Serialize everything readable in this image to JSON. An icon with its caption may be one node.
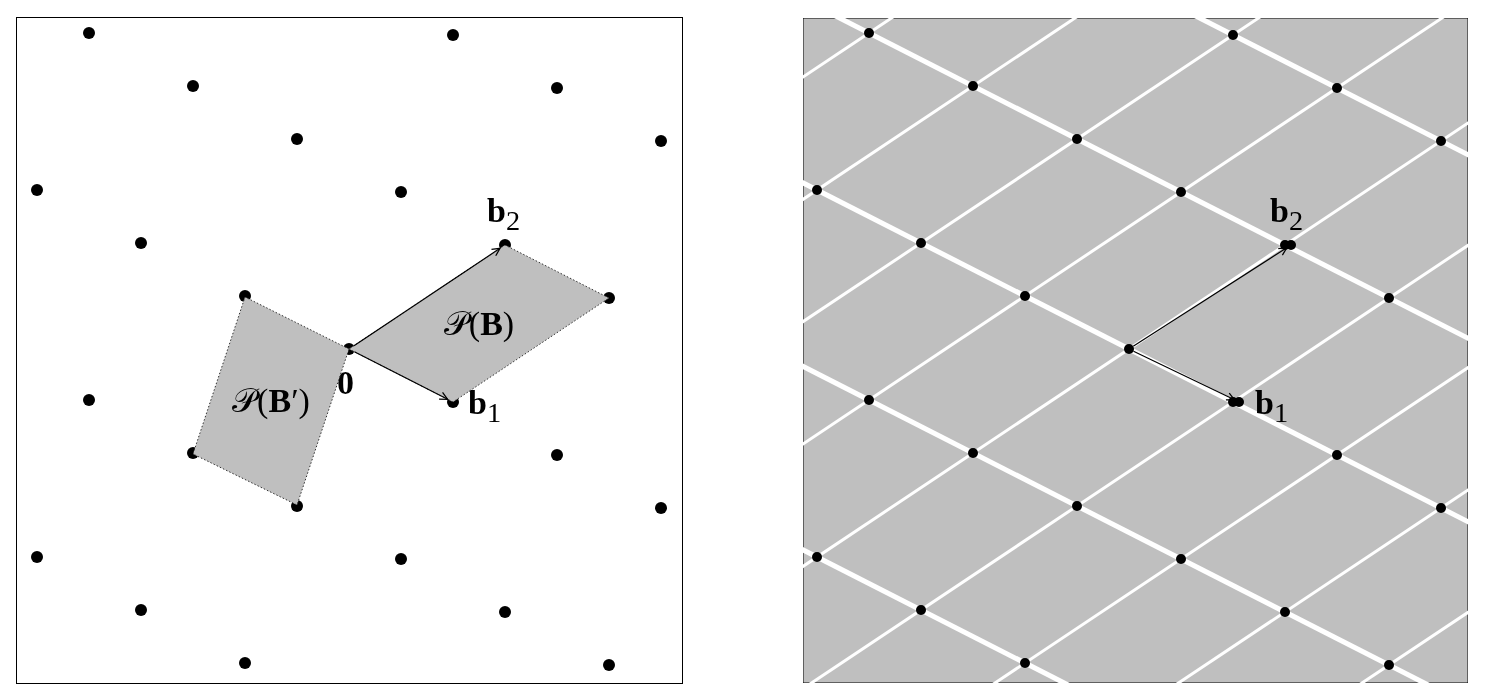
{
  "diagram": {
    "nodes": [
      {
        "text": [],
        "shape": "circle",
        "beside": [
          "0"
        ]
      },
      {
        "text": [],
        "shape": "circle",
        "beside": [
          "**b**$_{1}$"
        ]
      },
      {
        "text": [],
        "shape": "circle",
        "beside": [
          "**b**$_{2}$"
        ]
      },
      {
        "text": [
          "𝒫(**B**)"
        ]
      },
      {
        "text": [
          "𝒫(**B**′)"
        ]
      },
      {
        "text": [],
        "shape": "circle"
      },
      {
        "text": [],
        "shape": "circle",
        "beside": [
          "**b**$_{1}$"
        ]
      },
      {
        "text": [],
        "shape": "circle",
        "beside": [
          "**b**$_{2}$"
        ]
      }
    ],
    "edges": [
      {
        "from": 0,
        "to": 1,
        "arrow": "to"
      },
      {
        "from": 0,
        "to": 2,
        "arrow": "to"
      },
      {
        "from": 5,
        "to": 6,
        "arrow": "to"
      },
      {
        "from": 5,
        "to": 7,
        "arrow": "to"
      }
    ]
  }
}
